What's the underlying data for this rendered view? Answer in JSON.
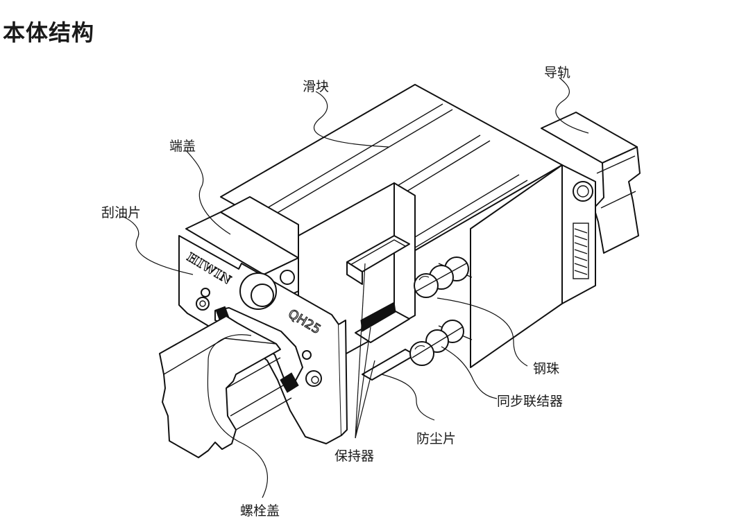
{
  "title": "本体结构",
  "diagram": {
    "brand_mark": "HIWIN",
    "model_mark": "QH25",
    "labels": {
      "slider": "滑块",
      "rail": "导轨",
      "end_cap": "端盖",
      "scraper": "刮油片",
      "steel_ball": "钢珠",
      "synchronizer": "同步联结器",
      "dust_seal": "防尘片",
      "retainer": "保持器",
      "bolt_cap": "螺栓盖"
    }
  }
}
